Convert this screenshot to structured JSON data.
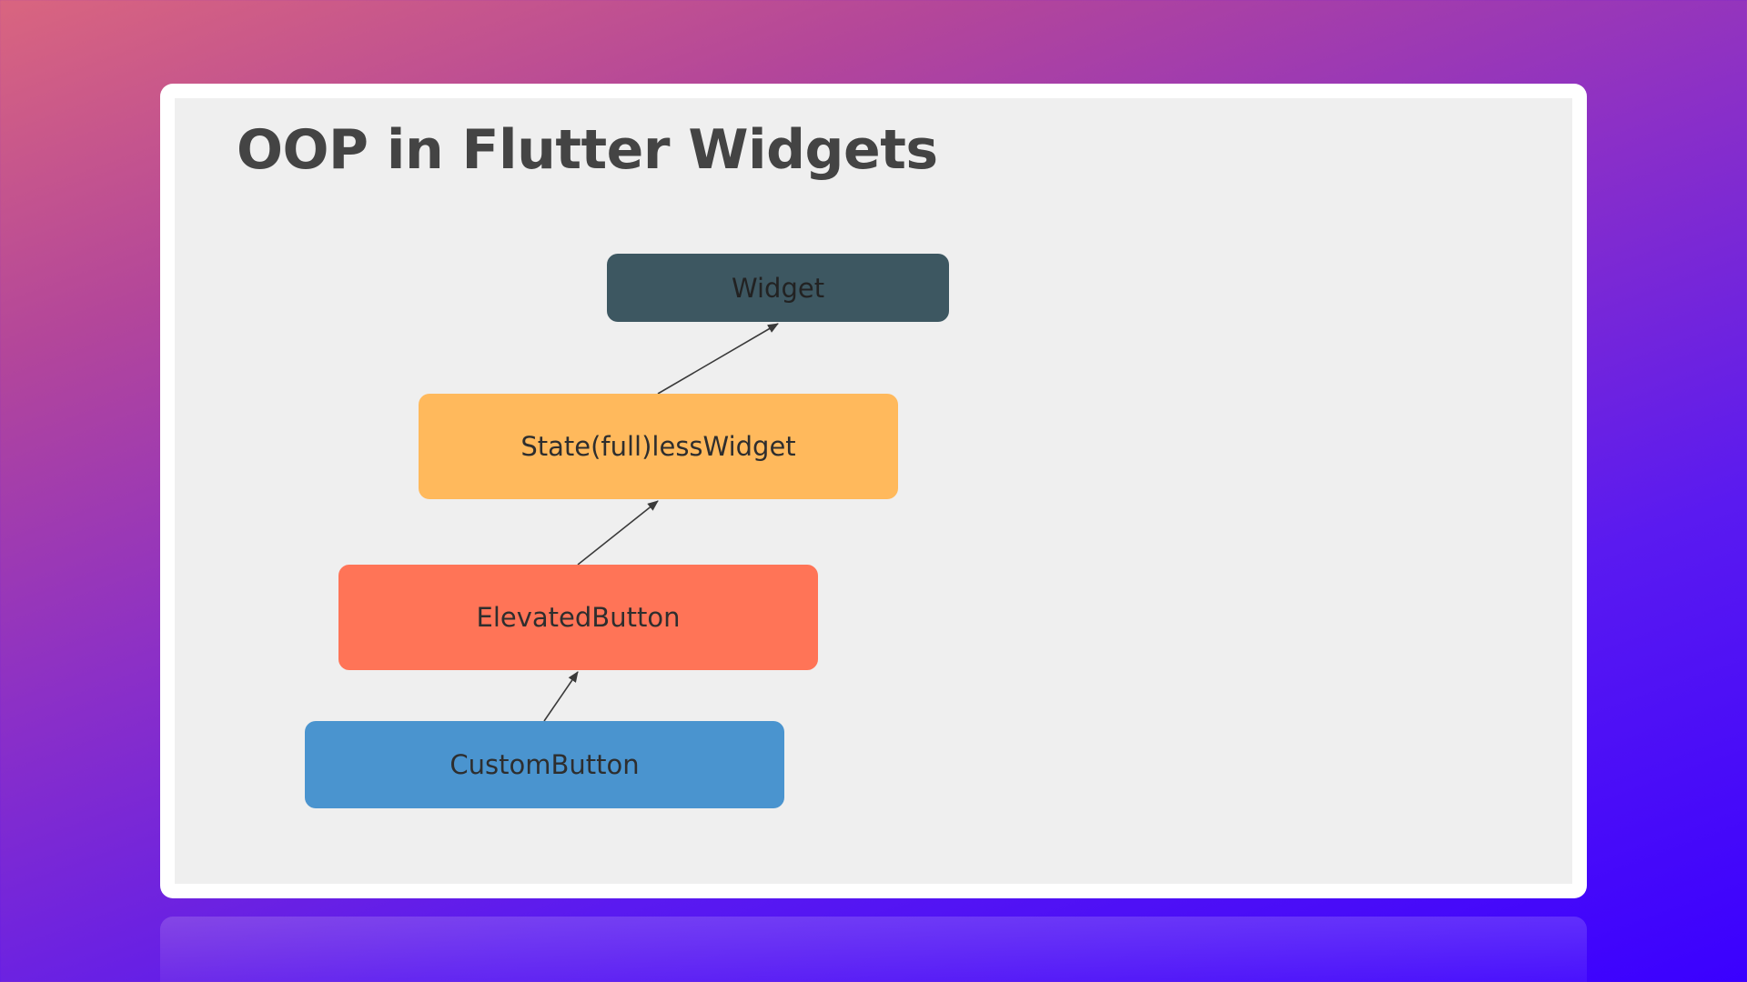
{
  "slide": {
    "title": "OOP in Flutter Widgets"
  },
  "diagram": {
    "nodes": [
      {
        "id": "widget",
        "label": "Widget",
        "color": "#3d5761"
      },
      {
        "id": "stateless",
        "label": "State(full)lessWidget",
        "color": "#ffb95c"
      },
      {
        "id": "elevated",
        "label": "ElevatedButton",
        "color": "#ff7457"
      },
      {
        "id": "custom",
        "label": "CustomButton",
        "color": "#4a94cf"
      }
    ],
    "edges": [
      {
        "from": "stateless",
        "to": "widget"
      },
      {
        "from": "elevated",
        "to": "stateless"
      },
      {
        "from": "custom",
        "to": "elevated"
      }
    ]
  }
}
